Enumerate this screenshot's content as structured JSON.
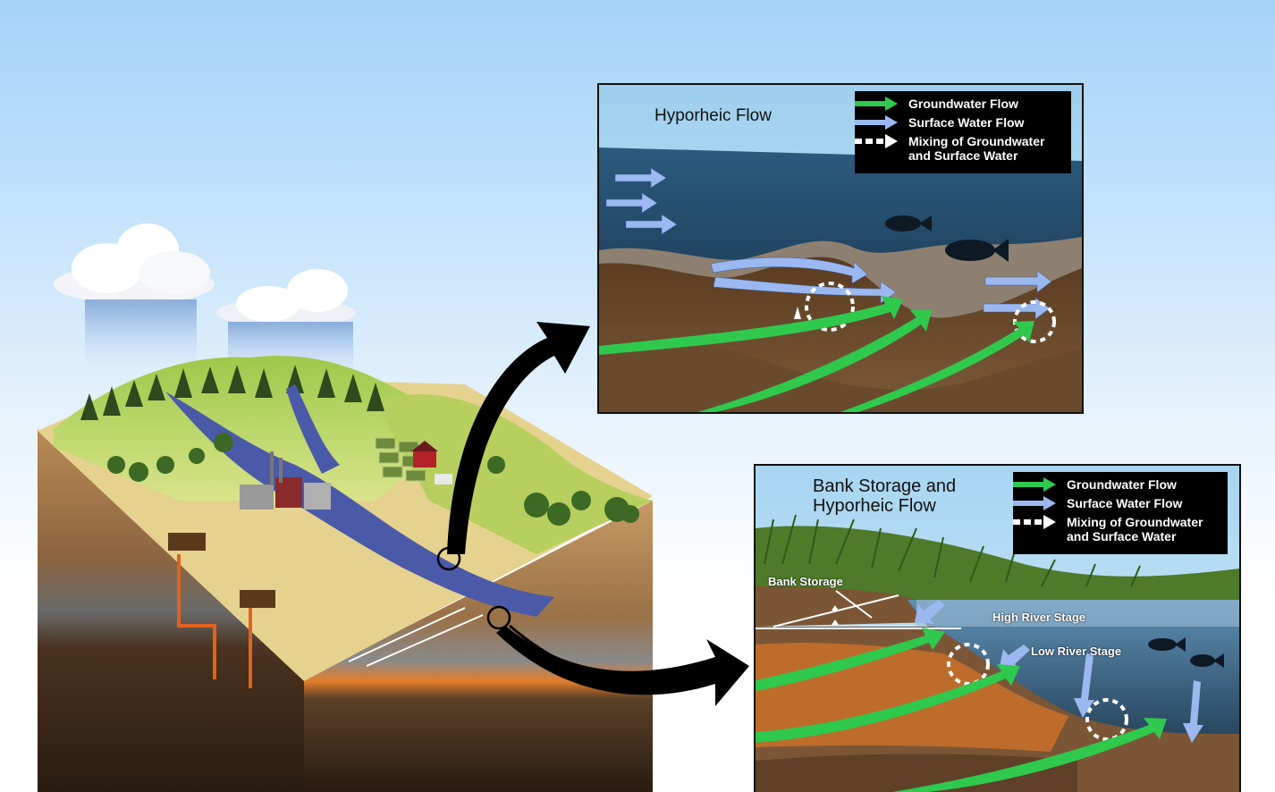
{
  "top_panel": {
    "title": "Hyporheic Flow",
    "legend": {
      "groundwater": "Groundwater Flow",
      "surface": "Surface Water Flow",
      "mixing_line1": "Mixing of Groundwater",
      "mixing_line2": "and Surface Water"
    }
  },
  "bottom_panel": {
    "title_line1": "Bank Storage and",
    "title_line2": "Hyporheic Flow",
    "legend": {
      "groundwater": "Groundwater Flow",
      "surface": "Surface Water Flow",
      "mixing_line1": "Mixing of Groundwater",
      "mixing_line2": "and Surface Water"
    },
    "labels": {
      "bank_storage": "Bank Storage",
      "high_river_stage": "High River Stage",
      "low_river_stage": "Low River Stage"
    }
  },
  "colors": {
    "groundwater_arrow": "#2fc94e",
    "surface_arrow": "#9bb8f0",
    "water_dark": "#1d3f5c",
    "soil_brown": "#6b4a2c",
    "sediment_orange": "#c9702a"
  },
  "icons": [
    "cloud-icon",
    "factory-icon",
    "farmhouse-icon",
    "fish-icon",
    "tree-icon"
  ]
}
